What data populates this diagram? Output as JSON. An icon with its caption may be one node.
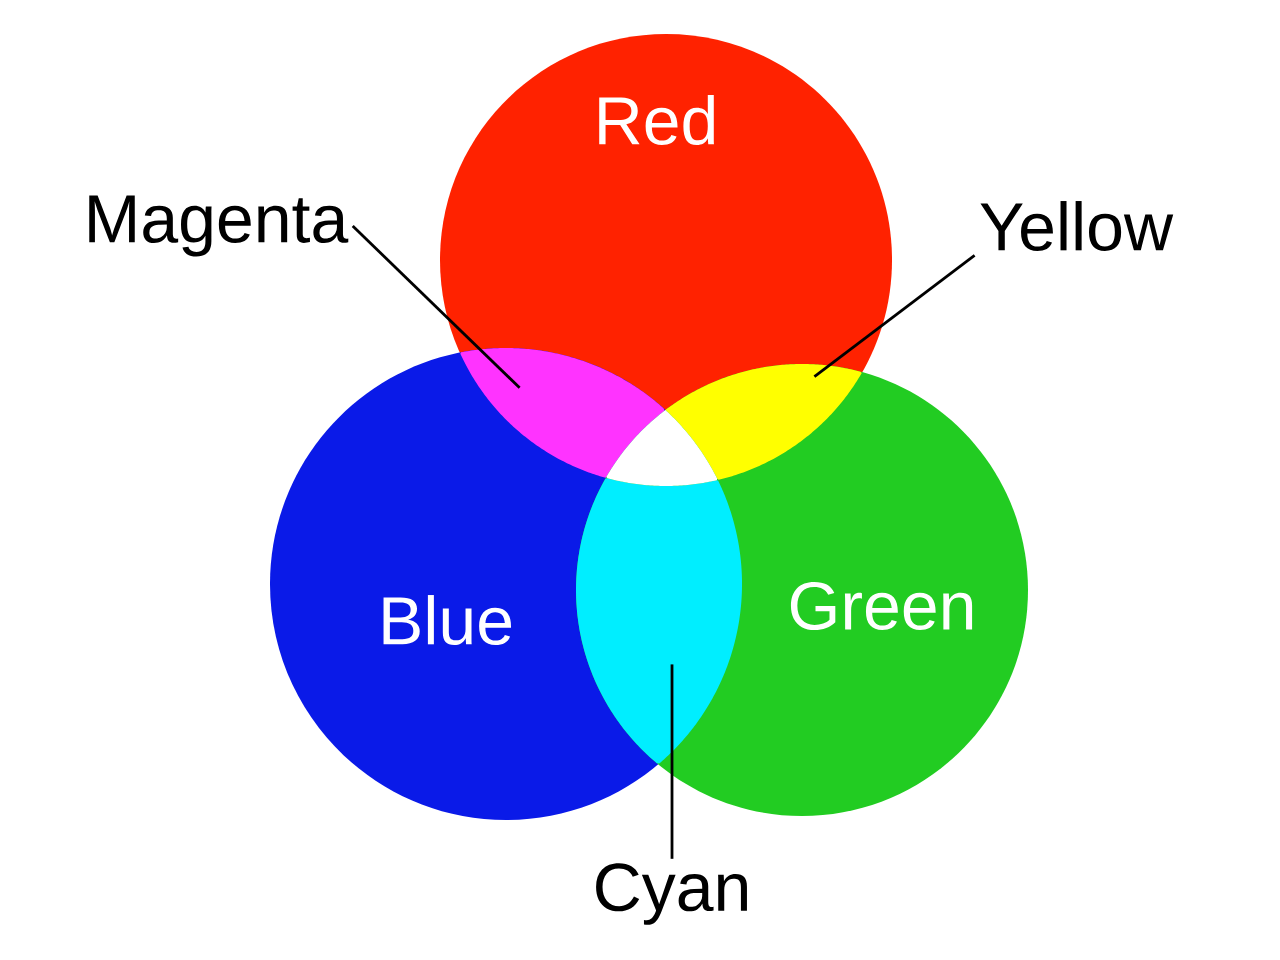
{
  "diagram": {
    "nodes": [
      {
        "text": [
          "Red"
        ]
      },
      {
        "text": [
          "Blue"
        ]
      },
      {
        "text": [
          "Green"
        ]
      },
      {
        "text": [
          "Magenta"
        ]
      },
      {
        "text": [
          "Yellow"
        ]
      },
      {
        "text": [
          "Cyan"
        ]
      },
      {
        "text": [],
        "shape": "lens"
      },
      {
        "text": [],
        "shape": "lens"
      },
      {
        "text": [],
        "shape": "lens"
      },
      {
        "text": [],
        "shape": "triangle"
      }
    ],
    "edges": [
      {
        "from": 3,
        "to": 6,
        "arrow": "none"
      },
      {
        "from": 4,
        "to": 7,
        "arrow": "none"
      },
      {
        "from": 5,
        "to": 8,
        "arrow": "none"
      }
    ]
  }
}
